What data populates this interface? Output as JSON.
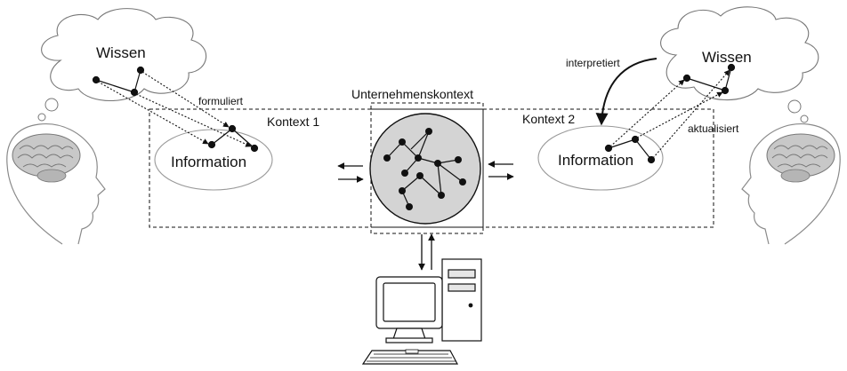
{
  "diagram": {
    "left_thought_label": "Wissen",
    "right_thought_label": "Wissen",
    "left_information_label": "Information",
    "right_information_label": "Information",
    "left_context_label": "Kontext 1",
    "right_context_label": "Kontext 2",
    "company_context_label": "Unternehmenskontext",
    "formulate_label": "formuliert",
    "interpret_label": "interpretiert",
    "update_label": "aktualisiert"
  },
  "colors": {
    "stroke": "#111111",
    "cloud_fill": "#ffffff",
    "ellipse_stroke": "#9a9a9a",
    "network_fill": "#d4d4d4",
    "head_stroke": "#8a8a8a",
    "brain_fill": "#c8c8c8"
  }
}
